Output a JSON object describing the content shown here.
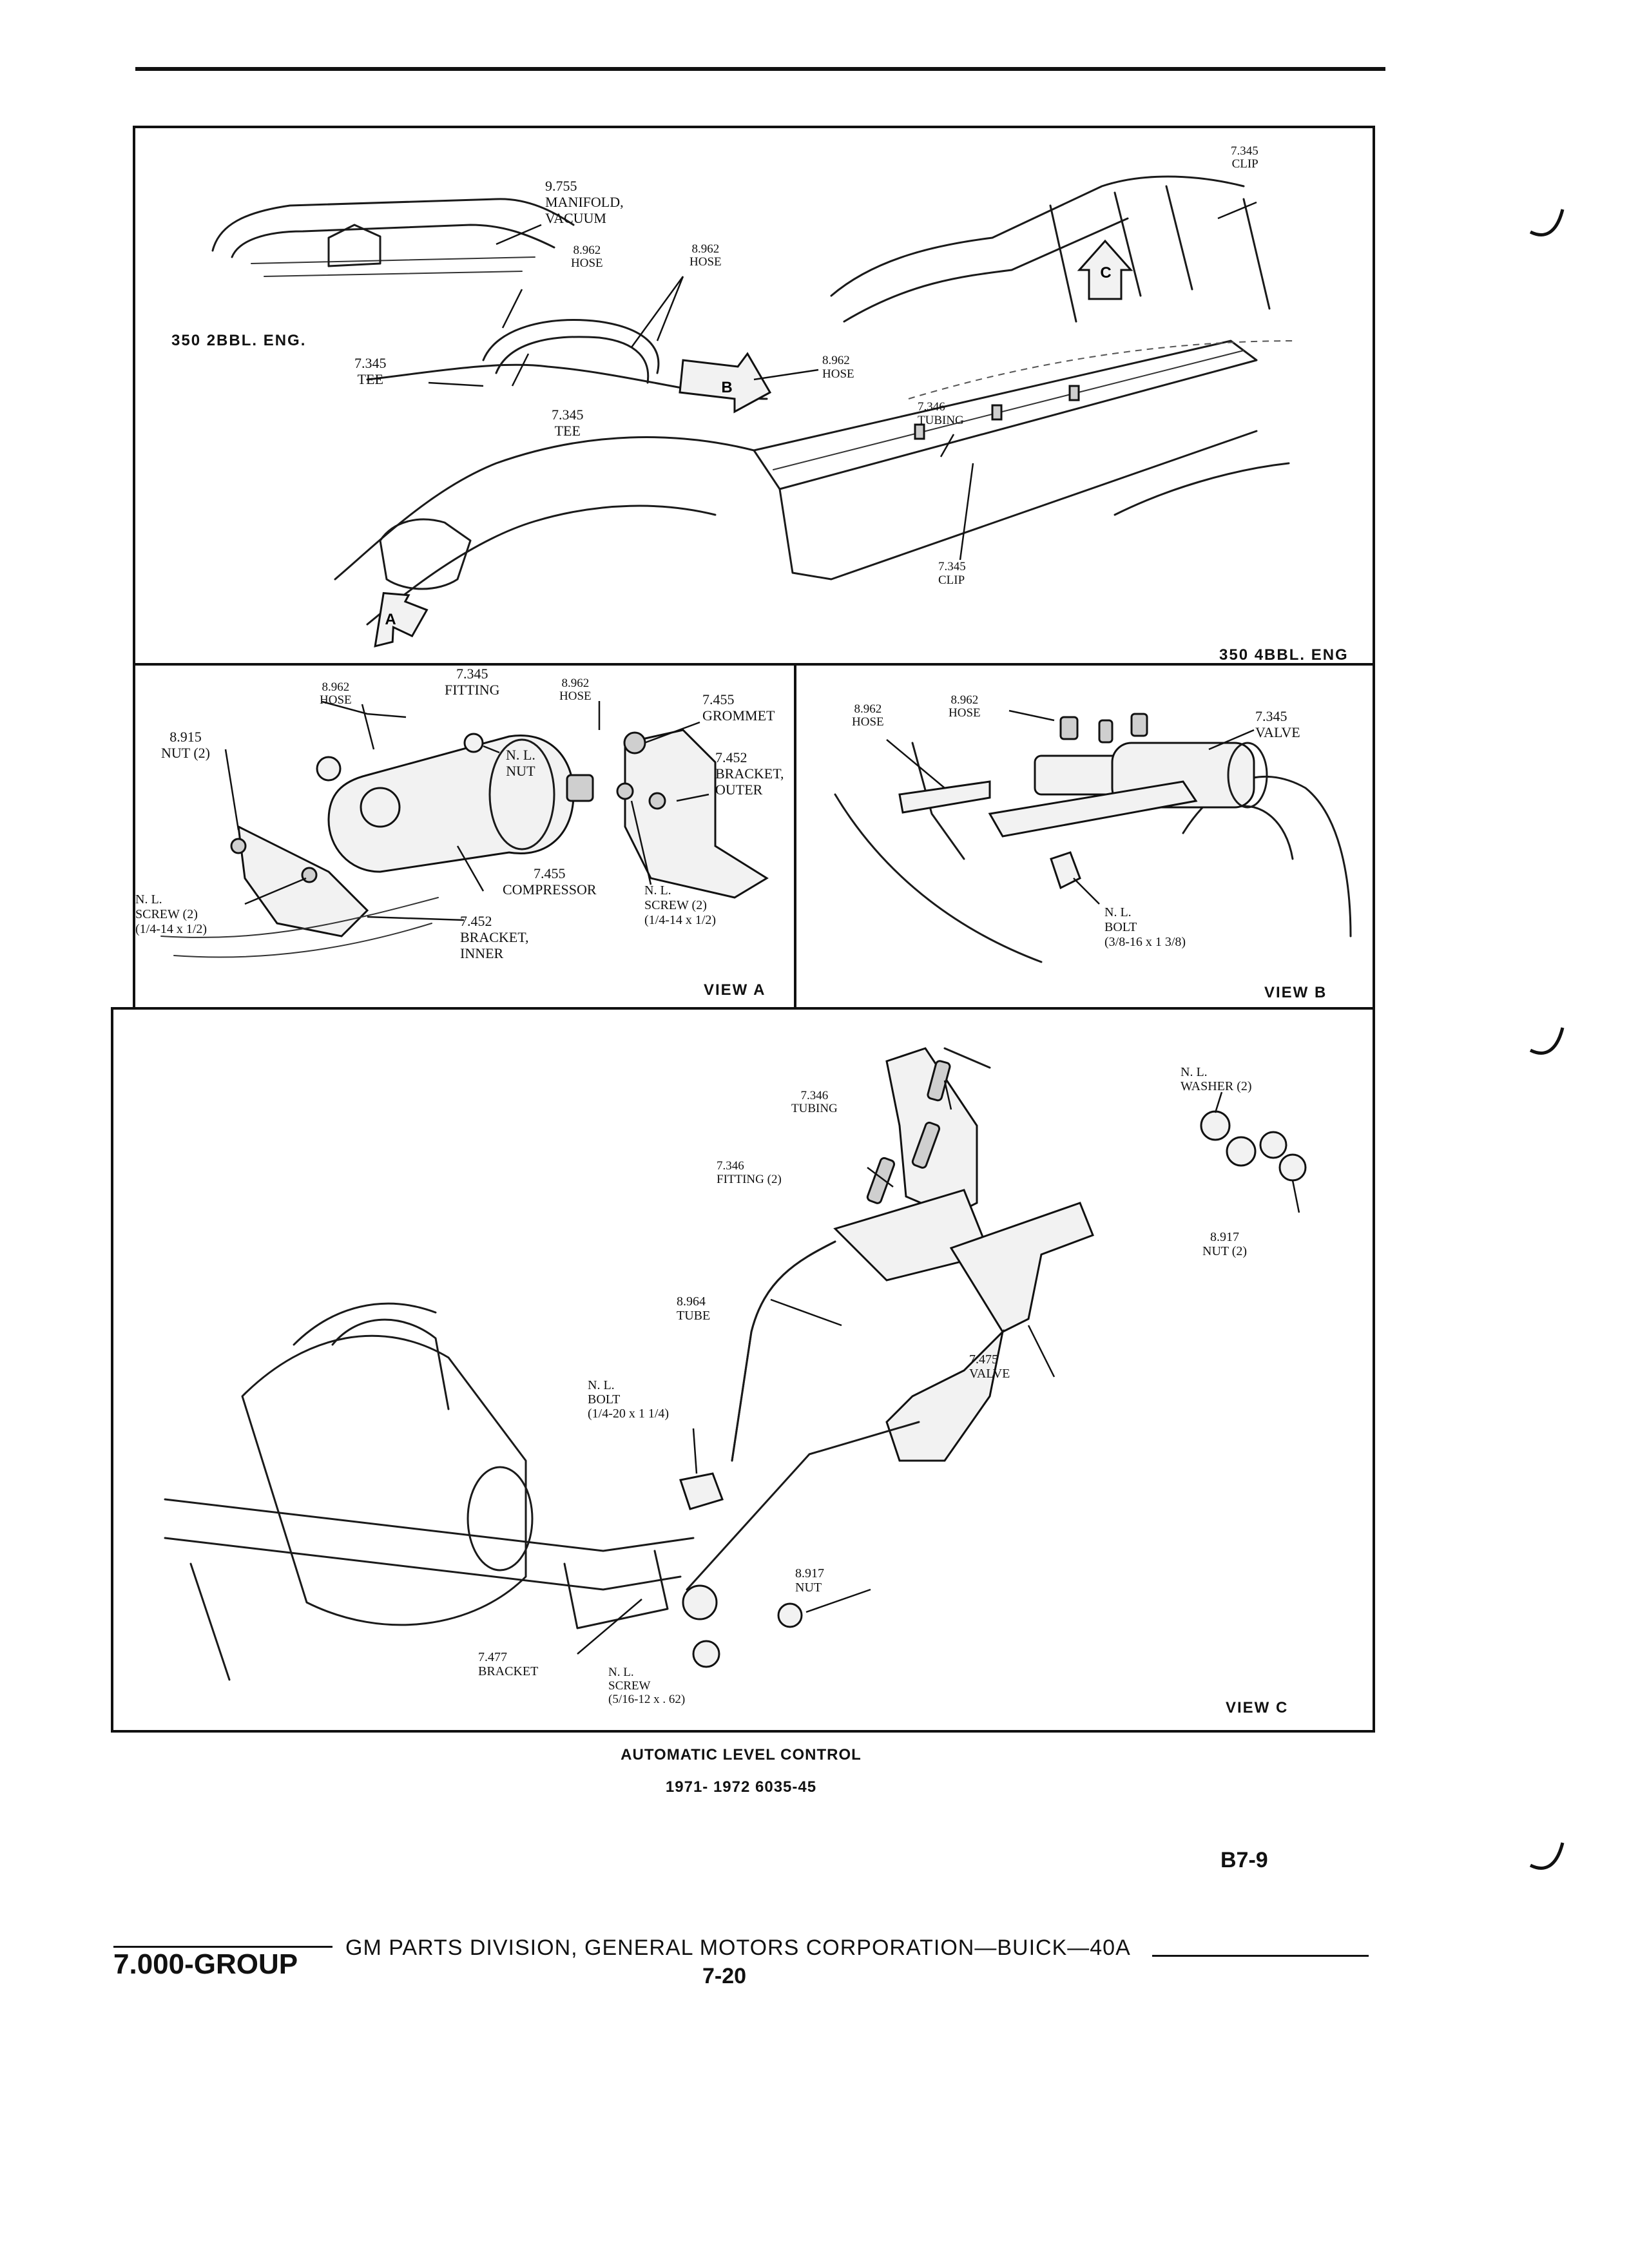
{
  "main_view": {
    "engine_2bbl": "350 2BBL. ENG.",
    "engine_4bbl": "350 4BBL. ENG",
    "labels": {
      "manifold_vacuum": [
        "9.755",
        "MANIFOLD,",
        "VACUUM"
      ],
      "hose_upper_left": [
        "8.962",
        "HOSE"
      ],
      "hose_upper_mid": [
        "8.962",
        "HOSE"
      ],
      "tee_left": [
        "7.345",
        "TEE"
      ],
      "tee_bottom": [
        "7.345",
        "TEE"
      ],
      "hose_right": [
        "8.962",
        "HOSE"
      ],
      "clip_top": [
        "7.345",
        "CLIP"
      ],
      "tubing": [
        "7.346",
        "TUBING"
      ],
      "clip_bottom": [
        "7.345",
        "CLIP"
      ]
    },
    "arrows": {
      "a": "A",
      "b": "B",
      "c": "C"
    }
  },
  "view_a": {
    "tag": "VIEW A",
    "labels": {
      "fitting": [
        "7.345",
        "FITTING"
      ],
      "hose_left": [
        "8.962",
        "HOSE"
      ],
      "hose_right": [
        "8.962",
        "HOSE"
      ],
      "grommet": [
        "7.455",
        "GROMMET"
      ],
      "nut_left": [
        "8.915",
        "NUT (2)"
      ],
      "nl_nut": [
        "N. L.",
        "NUT"
      ],
      "bracket_outer": [
        "7.452",
        "BRACKET,",
        "OUTER"
      ],
      "compressor": [
        "7.455",
        "COMPRESSOR"
      ],
      "screw_right": [
        "N. L.",
        "SCREW (2)",
        "(1/4-14 x 1/2)"
      ],
      "screw_left": [
        "N. L.",
        "SCREW (2)",
        "(1/4-14 x 1/2)"
      ],
      "bracket_inner": [
        "7.452",
        "BRACKET,",
        "INNER"
      ]
    }
  },
  "view_b": {
    "tag": "VIEW B",
    "labels": {
      "hose_left": [
        "8.962",
        "HOSE"
      ],
      "hose_top": [
        "8.962",
        "HOSE"
      ],
      "valve": [
        "7.345",
        "VALVE"
      ],
      "bolt": [
        "N. L.",
        "BOLT",
        "(3/8-16 x 1 3/8)"
      ]
    }
  },
  "view_c": {
    "tag": "VIEW C",
    "labels": {
      "tubing": [
        "7.346",
        "TUBING"
      ],
      "fitting": [
        "7.346",
        "FITTING (2)"
      ],
      "washer": [
        "N. L.",
        "WASHER (2)"
      ],
      "nut_right": [
        "8.917",
        "NUT (2)"
      ],
      "tube": [
        "8.964",
        "TUBE"
      ],
      "valve": [
        "7.475",
        "VALVE"
      ],
      "bolt": [
        "N. L.",
        "BOLT",
        "(1/4-20 x 1 1/4)"
      ],
      "nut_bottom": [
        "8.917",
        "NUT"
      ],
      "bracket": [
        "7.477",
        "BRACKET"
      ],
      "screw": [
        "N. L.",
        "SCREW",
        "(5/16-12 x . 62)"
      ]
    }
  },
  "caption": {
    "line1": "AUTOMATIC LEVEL CONTROL",
    "line2": "1971- 1972 6035-45"
  },
  "page_id": "B7-9",
  "footer": {
    "publisher": "GM PARTS DIVISION, GENERAL MOTORS CORPORATION—BUICK—40A",
    "group": "7.000-GROUP",
    "page": "7-20"
  }
}
